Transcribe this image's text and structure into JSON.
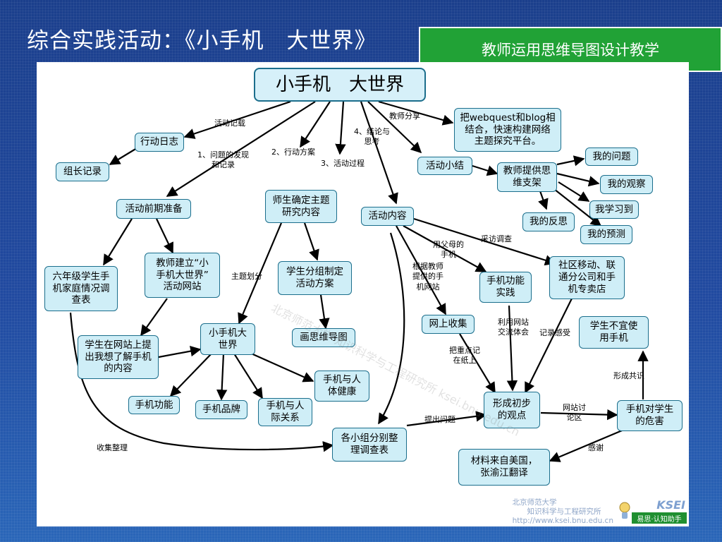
{
  "slide": {
    "title": "综合实践活动：《小手机　大世界》",
    "banner": "教师运用思维导图设计教学"
  },
  "nodes": {
    "root": "小手机　大世界",
    "activity_log": "行动日志",
    "leader_record": "组长记录",
    "pre_prep": "活动前期准备",
    "survey_form": "六年级学生手\n机家庭情况调\n查表",
    "teacher_site": "教师建立“小\n手机大世界”\n活动网站",
    "student_question": "学生在网站上提\n出我想了解手机\n的内容",
    "topic": "师生确定主题\n研究内容",
    "group_plan": "学生分组制定\n活动方案",
    "mindmap": "画思维导图",
    "small_world": "小手机大\n世界",
    "phone_function": "手机功能",
    "phone_brand": "手机品牌",
    "phone_relations": "手机与人\n际关系",
    "phone_health": "手机与人\n体健康",
    "webquest": "把webquest和blog相\n结合，快速构建网络\n主题探究平台。",
    "summary": "活动小结",
    "scaffold": "教师提供思\n维支架",
    "my_question": "我的问题",
    "my_observe": "我的观察",
    "my_learning": "我学习到",
    "my_reflect": "我的反思",
    "my_predict": "我的预测",
    "content": "活动内容",
    "function_practice": "手机功能\n实践",
    "community": "社区移动、联\n通分公司和手\n机专卖店",
    "web_collect": "网上收集",
    "unsuitable": "学生不宜使\n用手机",
    "opinion": "形成初步\n的观点",
    "harm": "手机对学生\n的危害",
    "group_survey": "各小组分别整\n理调查表",
    "material": "材料来自美国，\n张渝江翻译"
  },
  "edge_labels": {
    "activity_record": "活动记载",
    "discover": "1、问题的发现\n和记录",
    "plan": "2、行动方案",
    "process": "3、活动过程",
    "conclusion": "4、结论与\n思考",
    "teacher_share": "教师分享",
    "topic_divide": "主题划分",
    "with_parents": "用父母的\n手机",
    "interview": "采访调查",
    "teacher_site_link": "根据教师\n提供的手\n机网站",
    "web_exchange": "利用网站\n交流体会",
    "record_feel": "记录感受",
    "write_paper": "把重点记\n在纸上",
    "raise_question": "提出问题",
    "web_discuss": "网站讨\n论区",
    "form_consensus": "形成共识",
    "thanks": "感谢",
    "collect_organize": "收集整理"
  },
  "watermark": {
    "diagonal": "北京师范大学 知识科学与工程研究所 ksei.bnu.edu.cn",
    "footer_line1": "北京师范大学",
    "footer_line2": "　　知识科学与工程研究所",
    "footer_line3": "http://www.ksei.bnu.edu.cn",
    "logo_text": "KSEI",
    "logo_sub": "易思·认知助手"
  },
  "colors": {
    "node_fill": "#cfeef7",
    "node_border": "#1b6e8c",
    "banner_green": "#21a236",
    "background_blue": "#1b3f8c"
  }
}
